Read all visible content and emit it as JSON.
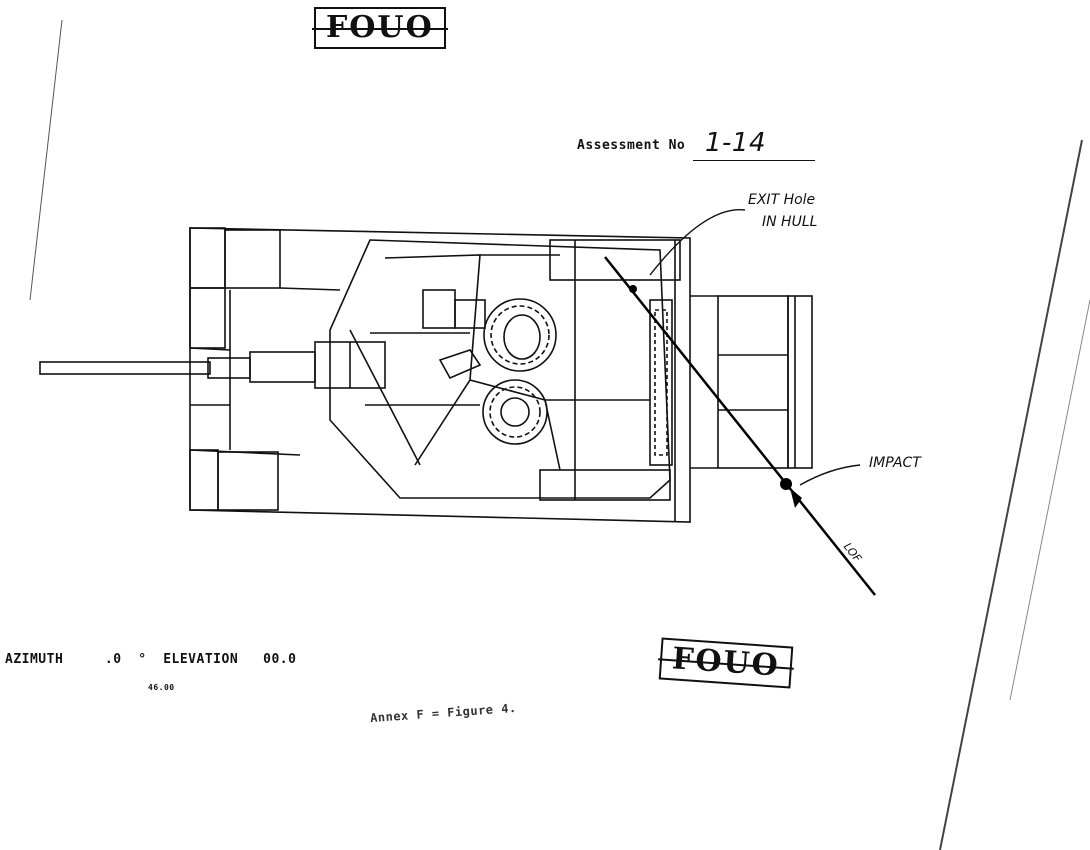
{
  "stamps": {
    "top": "FOUO",
    "bottom": "FOUO"
  },
  "assessment": {
    "label": "Assessment No",
    "value": "1-14"
  },
  "annotations": {
    "exit_hole_line1": "EXIT Hole",
    "exit_hole_line2": "IN HULL",
    "impact": "IMPACT",
    "lof": "LOF"
  },
  "footer": {
    "azimuth_line": "AZIMUTH     .0  °  ELEVATION   00.0",
    "scale_caption": "46.00",
    "figure_caption": "Annex F = Figure 4."
  }
}
